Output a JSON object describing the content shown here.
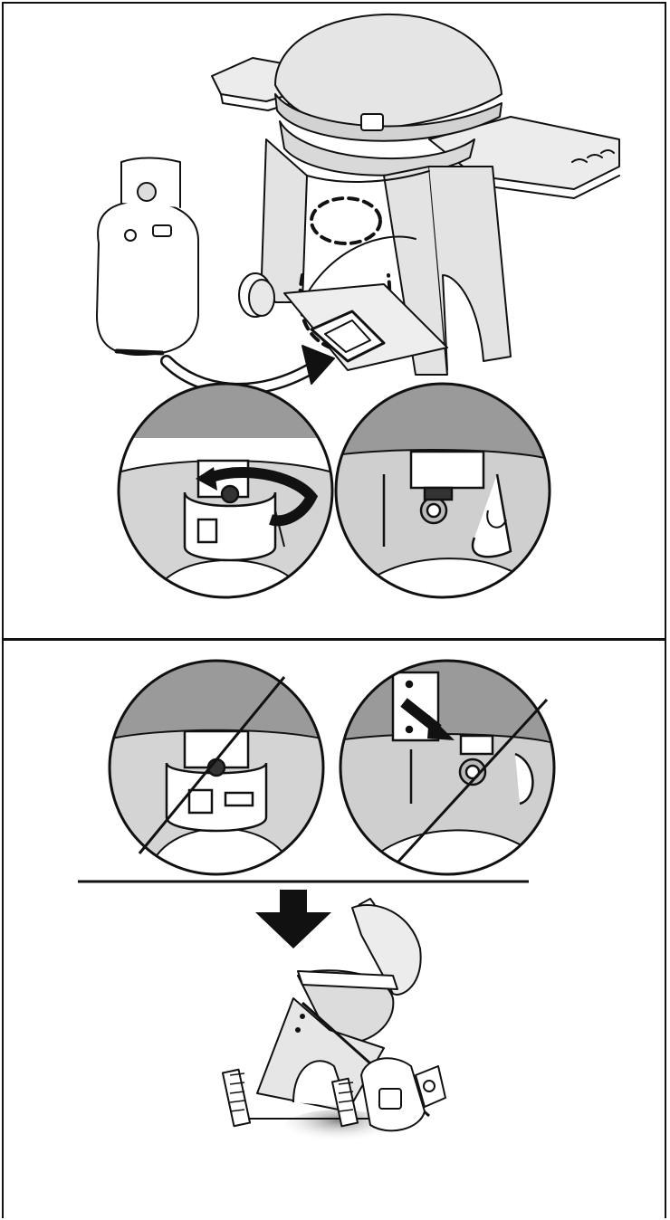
{
  "document": {
    "panels": [
      {
        "id": "panel-top",
        "illustrations": [
          "grill-with-tank-storage",
          "tank-valve-rotate-detail",
          "tank-valve-positioned-detail"
        ]
      },
      {
        "id": "panel-bottom",
        "illustrations": [
          "incorrect-valve-orientation-1",
          "incorrect-valve-orientation-2",
          "grill-tipped-on-end-tank-fallen"
        ]
      }
    ],
    "icons": [
      "curved-arrow-icon",
      "rotate-arrow-icon",
      "down-arrow-icon",
      "prohibition-slash-icon"
    ],
    "colors": {
      "ink": "#111111",
      "grill_gray": "#d9d9d9",
      "shadow": "#9a9a9a",
      "paper": "#ffffff"
    }
  }
}
